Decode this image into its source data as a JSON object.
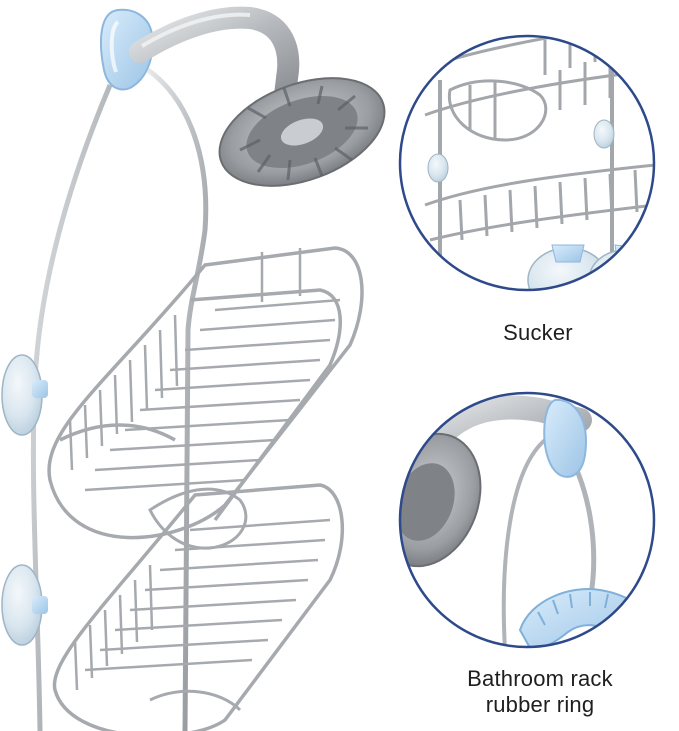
{
  "image": {
    "subject": "Stainless steel hanging shower caddy with shower head",
    "colors": {
      "steel": "#b8bcc0",
      "steel_dark": "#8f9397",
      "suction_cup": "#cfe3f3",
      "circle_border": "#2e4a8a"
    }
  },
  "callouts": {
    "sucker": {
      "label": "Sucker"
    },
    "rubber_ring": {
      "line1": "Bathroom rack",
      "line2": "rubber ring"
    }
  }
}
